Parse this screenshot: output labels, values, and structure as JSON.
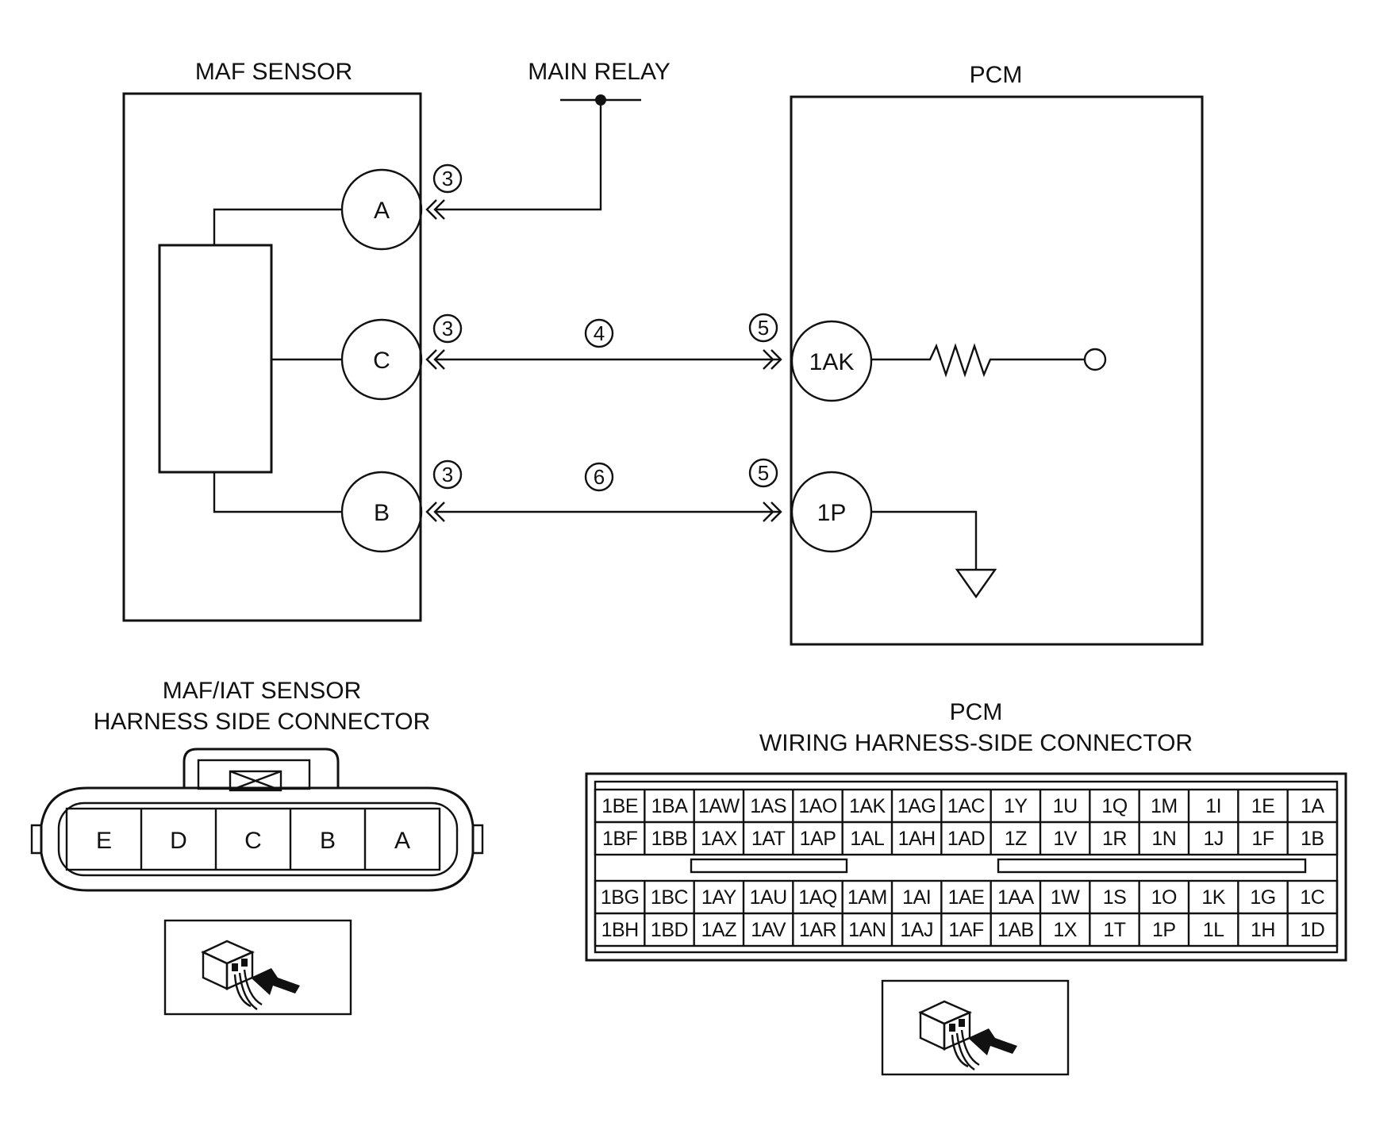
{
  "titles": {
    "maf_sensor": "MAF SENSOR",
    "main_relay": "MAIN RELAY",
    "pcm": "PCM",
    "maf_connector_line1": "MAF/IAT SENSOR",
    "maf_connector_line2": "HARNESS SIDE CONNECTOR",
    "pcm_connector_line1": "PCM",
    "pcm_connector_line2": "WIRING HARNESS-SIDE CONNECTOR"
  },
  "maf_pins": {
    "a": "A",
    "c": "C",
    "b": "B"
  },
  "pcm_pins": {
    "ak": "1AK",
    "p": "1P"
  },
  "callouts": {
    "a_conn": "③",
    "c_conn": "③",
    "b_conn": "③",
    "c_wire": "④",
    "ak_conn": "⑤",
    "p_conn": "⑤",
    "b_wire": "⑥"
  },
  "maf_connector_cells": [
    "E",
    "D",
    "C",
    "B",
    "A"
  ],
  "pcm_connector": {
    "upper_rows": [
      [
        "1BE",
        "1BA",
        "1AW",
        "1AS",
        "1AO",
        "1AK",
        "1AG",
        "1AC",
        "1Y",
        "1U",
        "1Q",
        "1M",
        "1I",
        "1E",
        "1A"
      ],
      [
        "1BF",
        "1BB",
        "1AX",
        "1AT",
        "1AP",
        "1AL",
        "1AH",
        "1AD",
        "1Z",
        "1V",
        "1R",
        "1N",
        "1J",
        "1F",
        "1B"
      ]
    ],
    "lower_rows": [
      [
        "1BG",
        "1BC",
        "1AY",
        "1AU",
        "1AQ",
        "1AM",
        "1AI",
        "1AE",
        "1AA",
        "1W",
        "1S",
        "1O",
        "1K",
        "1G",
        "1C"
      ],
      [
        "1BH",
        "1BD",
        "1AZ",
        "1AV",
        "1AR",
        "1AN",
        "1AJ",
        "1AF",
        "1AB",
        "1X",
        "1T",
        "1P",
        "1L",
        "1H",
        "1D"
      ]
    ]
  },
  "icons": {
    "maf_view": "harness-side-view-icon",
    "pcm_view": "harness-side-view-icon"
  }
}
